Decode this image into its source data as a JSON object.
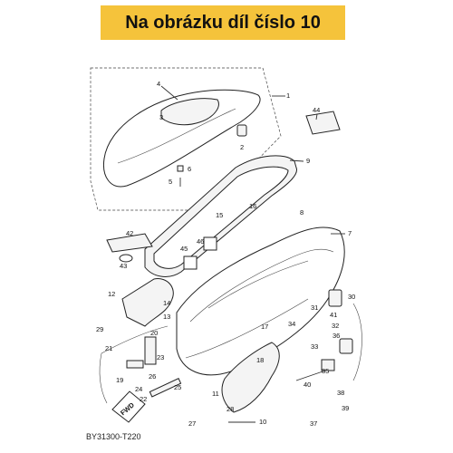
{
  "header": {
    "title": "Na obrázku díl číslo 10"
  },
  "diagram": {
    "code": "BY31300-T220",
    "fwd_label": "FWD",
    "callouts": [
      "1",
      "2",
      "3",
      "4",
      "5",
      "6",
      "7",
      "8",
      "9",
      "10",
      "11",
      "12",
      "13",
      "14",
      "15",
      "16",
      "17",
      "18",
      "19",
      "20",
      "21",
      "22",
      "23",
      "24",
      "25",
      "26",
      "27",
      "28",
      "29",
      "30",
      "31",
      "32",
      "33",
      "34",
      "35",
      "36",
      "37",
      "38",
      "39",
      "40",
      "41",
      "42",
      "43",
      "44",
      "45",
      "46"
    ]
  }
}
